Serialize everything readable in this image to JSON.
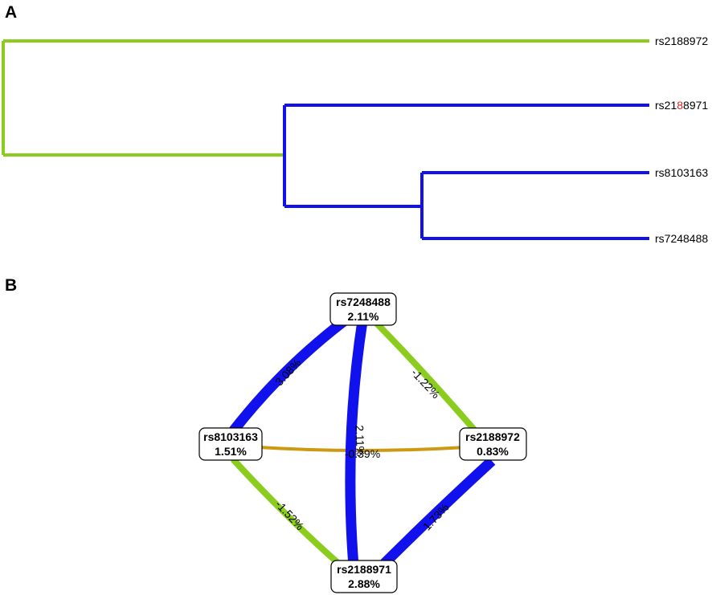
{
  "panels": {
    "a": "A",
    "b": "B"
  },
  "colors": {
    "green": "#8ccc1e",
    "blue": "#1111ee",
    "orange": "#cc9911",
    "highlight": "#e02020"
  },
  "dendrogram": {
    "leaves": [
      {
        "id": "rs2188972",
        "prefix": "rs2188972",
        "highlight": "",
        "suffix": ""
      },
      {
        "id": "rs2188971",
        "prefix": "rs21",
        "highlight": "8",
        "suffix": "8971"
      },
      {
        "id": "rs8103163",
        "prefix": "rs8103163",
        "highlight": "",
        "suffix": ""
      },
      {
        "id": "rs7248488",
        "prefix": "rs7248488",
        "highlight": "",
        "suffix": ""
      }
    ]
  },
  "network": {
    "nodes": {
      "top": {
        "name": "rs7248488",
        "value": "2.11%"
      },
      "left": {
        "name": "rs8103163",
        "value": "1.51%"
      },
      "right": {
        "name": "rs2188972",
        "value": "0.83%"
      },
      "bottom": {
        "name": "rs2188971",
        "value": "2.88%"
      }
    },
    "edges": [
      {
        "from": "top",
        "to": "left",
        "label": "3.08%",
        "color": "blue",
        "weight": "strong"
      },
      {
        "from": "top",
        "to": "right",
        "label": "-1.22%",
        "color": "green",
        "weight": "medium"
      },
      {
        "from": "top",
        "to": "bottom",
        "label": "2.11%",
        "color": "blue",
        "weight": "strong"
      },
      {
        "from": "left",
        "to": "right",
        "label": "-0.39%",
        "color": "orange",
        "weight": "weak"
      },
      {
        "from": "left",
        "to": "bottom",
        "label": "-1.52%",
        "color": "green",
        "weight": "medium"
      },
      {
        "from": "right",
        "to": "bottom",
        "label": "1.73%",
        "color": "blue",
        "weight": "strong"
      }
    ]
  }
}
